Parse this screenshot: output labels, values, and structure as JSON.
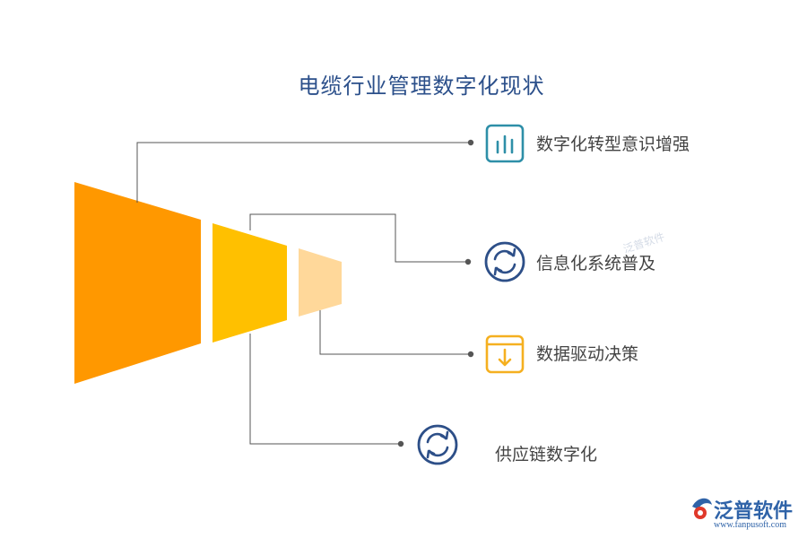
{
  "title": "电缆行业管理数字化现状",
  "items": [
    {
      "label": "数字化转型意识增强",
      "icon": "bar-chart-icon"
    },
    {
      "label": "信息化系统普及",
      "icon": "refresh-icon"
    },
    {
      "label": "数据驱动决策",
      "icon": "download-box-icon"
    },
    {
      "label": "供应链数字化",
      "icon": "refresh-icon"
    }
  ],
  "colors": {
    "segment1": "#ff9800",
    "segment2": "#ffc000",
    "segment3": "#ffd89a",
    "icon_teal": "#2e8fa8",
    "icon_navy": "#2d4f88",
    "icon_amber": "#f5b020",
    "line": "#555555"
  },
  "watermark": "泛普软件",
  "brand": {
    "name": "泛普软件",
    "url": "www.fanpusoft.com"
  }
}
